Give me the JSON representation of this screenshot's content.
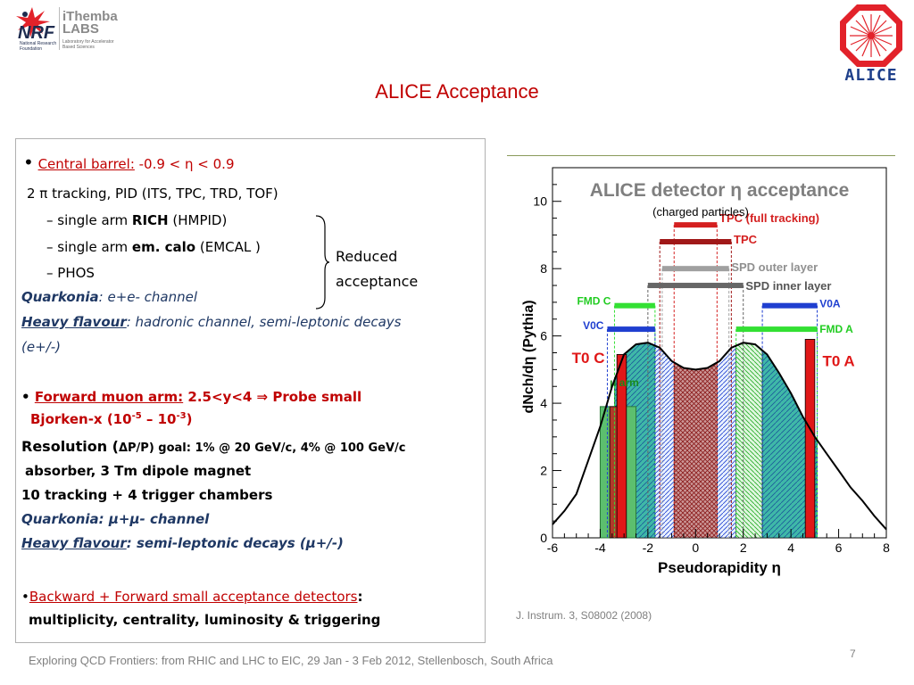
{
  "logos": {
    "left_org": "NRF",
    "left_org_sub": "National Research\nFoundation",
    "left_lab": "iThemba\nLABS",
    "left_lab_sub": "Laboratory for Accelerator\nBased Sciences",
    "right": "ALICE",
    "nrf_star_color": "#e2222a",
    "alice_octagon_color": "#e2222a"
  },
  "slide": {
    "title": "ALICE Acceptance",
    "page_number": "7",
    "footer": "Exploring QCD Frontiers: from RHIC and LHC to EIC, 29 Jan - 3 Feb 2012, Stellenbosch, South Africa",
    "citation": "J. Instrum. 3, S08002 (2008)"
  },
  "content": {
    "central": {
      "bullet": "•",
      "label": "Central barrel:",
      "range": " -0.9 < η < 0.9",
      "tracking": "2 π tracking, PID (ITS, TPC, TRD, TOF)",
      "rich_pre": "– single arm ",
      "rich_bold": "RICH",
      "rich_post": " (HMPID)",
      "emcal_pre": "– single arm ",
      "emcal_bold": "em. calo",
      "emcal_post": "   (EMCAL )",
      "phos": "– PHOS",
      "reduced": "Reduced\nacceptance",
      "quark_label": "Quarkonia",
      "quark_text": ": e+e- channel",
      "heavy_label": "Heavy flavour",
      "heavy_text": ": hadronic channel, semi-leptonic decays",
      "heavy_text2": "(e+/-)"
    },
    "forward": {
      "bullet": "•",
      "label": "Forward muon arm:",
      "text": " 2.5<y<4 ⇒ Probe small",
      "bjorken_pre": "Bjorken-x (10",
      "bjorken_sup1": "-5",
      "bjorken_mid": " – 10",
      "bjorken_sup2": "-3",
      "bjorken_post": ")",
      "res_pre": "Resolution (",
      "res_small": "ΔP/P) goal: 1% @ 20 GeV/c, 4% @ 100 GeV/c",
      "absorber": "absorber, 3 Tm dipole magnet",
      "chambers": "10 tracking + 4 trigger chambers",
      "quark_label": "Quarkonia: ",
      "quark_text": "μ+μ- channel",
      "heavy_label": "Heavy flavour",
      "heavy_text": ": semi-leptonic decays (μ+/-)"
    },
    "small": {
      "bullet": "•",
      "label": "Backward + Forward small acceptance detectors",
      "colon": ":",
      "text": "multiplicity, centrality, luminosity & triggering"
    }
  },
  "colors": {
    "title_red": "#c00000",
    "navy": "#1f3864",
    "footer_gray": "#7f7f7f"
  },
  "chart_data": {
    "type": "area",
    "title": "ALICE detector η acceptance",
    "subtitle": "(charged particles)",
    "xlabel": "Pseudorapidity η",
    "ylabel": "dNch/dη (Pythia)",
    "xlim": [
      -6,
      8
    ],
    "ylim": [
      0,
      11
    ],
    "xticks": [
      -6,
      -4,
      -2,
      0,
      2,
      4,
      6,
      8
    ],
    "yticks": [
      0,
      2,
      4,
      6,
      8,
      10
    ],
    "curve": {
      "x": [
        -6,
        -5.5,
        -5,
        -4.5,
        -4,
        -3.5,
        -3,
        -2.5,
        -2,
        -1.5,
        -1,
        -0.5,
        0,
        0.5,
        1,
        1.5,
        2,
        2.5,
        3,
        3.5,
        4,
        4.5,
        5,
        5.5,
        6,
        6.5,
        7,
        7.5,
        8
      ],
      "y": [
        0.4,
        0.8,
        1.3,
        2.3,
        3.3,
        4.5,
        5.45,
        5.75,
        5.8,
        5.65,
        5.25,
        5.05,
        5.0,
        5.05,
        5.25,
        5.65,
        5.8,
        5.75,
        5.45,
        4.9,
        4.3,
        3.6,
        3.0,
        2.5,
        2.0,
        1.5,
        1.1,
        0.65,
        0.25
      ]
    },
    "detector_bars": [
      {
        "name": "TPC (full tracking)",
        "x0": -0.9,
        "x1": 0.9,
        "y": 9.3,
        "color": "#d42020",
        "label_color": "#d42020"
      },
      {
        "name": "TPC",
        "x0": -1.5,
        "x1": 1.5,
        "y": 8.8,
        "color": "#a01818",
        "label_color": "#d42020"
      },
      {
        "name": "SPD outer layer",
        "x0": -1.4,
        "x1": 1.4,
        "y": 8.0,
        "color": "#a0a0a0",
        "label_color": "#909090"
      },
      {
        "name": "SPD inner layer",
        "x0": -2.0,
        "x1": 2.0,
        "y": 7.5,
        "color": "#666666",
        "label_color": "#555555"
      },
      {
        "name": "FMD C",
        "x0": -3.4,
        "x1": -1.7,
        "y": 6.9,
        "color": "#33e033",
        "label_color": "#22cc22"
      },
      {
        "name": "V0C",
        "x0": -3.7,
        "x1": -1.7,
        "y": 6.2,
        "color": "#1f3fd0",
        "label_color": "#1f3fd0"
      },
      {
        "name": "V0A",
        "x0": 2.8,
        "x1": 5.1,
        "y": 6.9,
        "color": "#1f3fd0",
        "label_color": "#1f3fd0"
      },
      {
        "name": "FMD A",
        "x0": 1.7,
        "x1": 5.1,
        "y": 6.2,
        "color": "#33e033",
        "label_color": "#22cc22"
      }
    ],
    "regions": [
      {
        "name": "μ arm",
        "x0": -4.0,
        "x1": -2.5,
        "color": "#5cbf6e"
      },
      {
        "name": "T0 C",
        "x0": -3.3,
        "x1": -2.9,
        "color": "#e01818"
      },
      {
        "name": "T0 A",
        "x0": 4.6,
        "x1": 5.0,
        "color": "#e01818"
      }
    ],
    "grid": false
  }
}
